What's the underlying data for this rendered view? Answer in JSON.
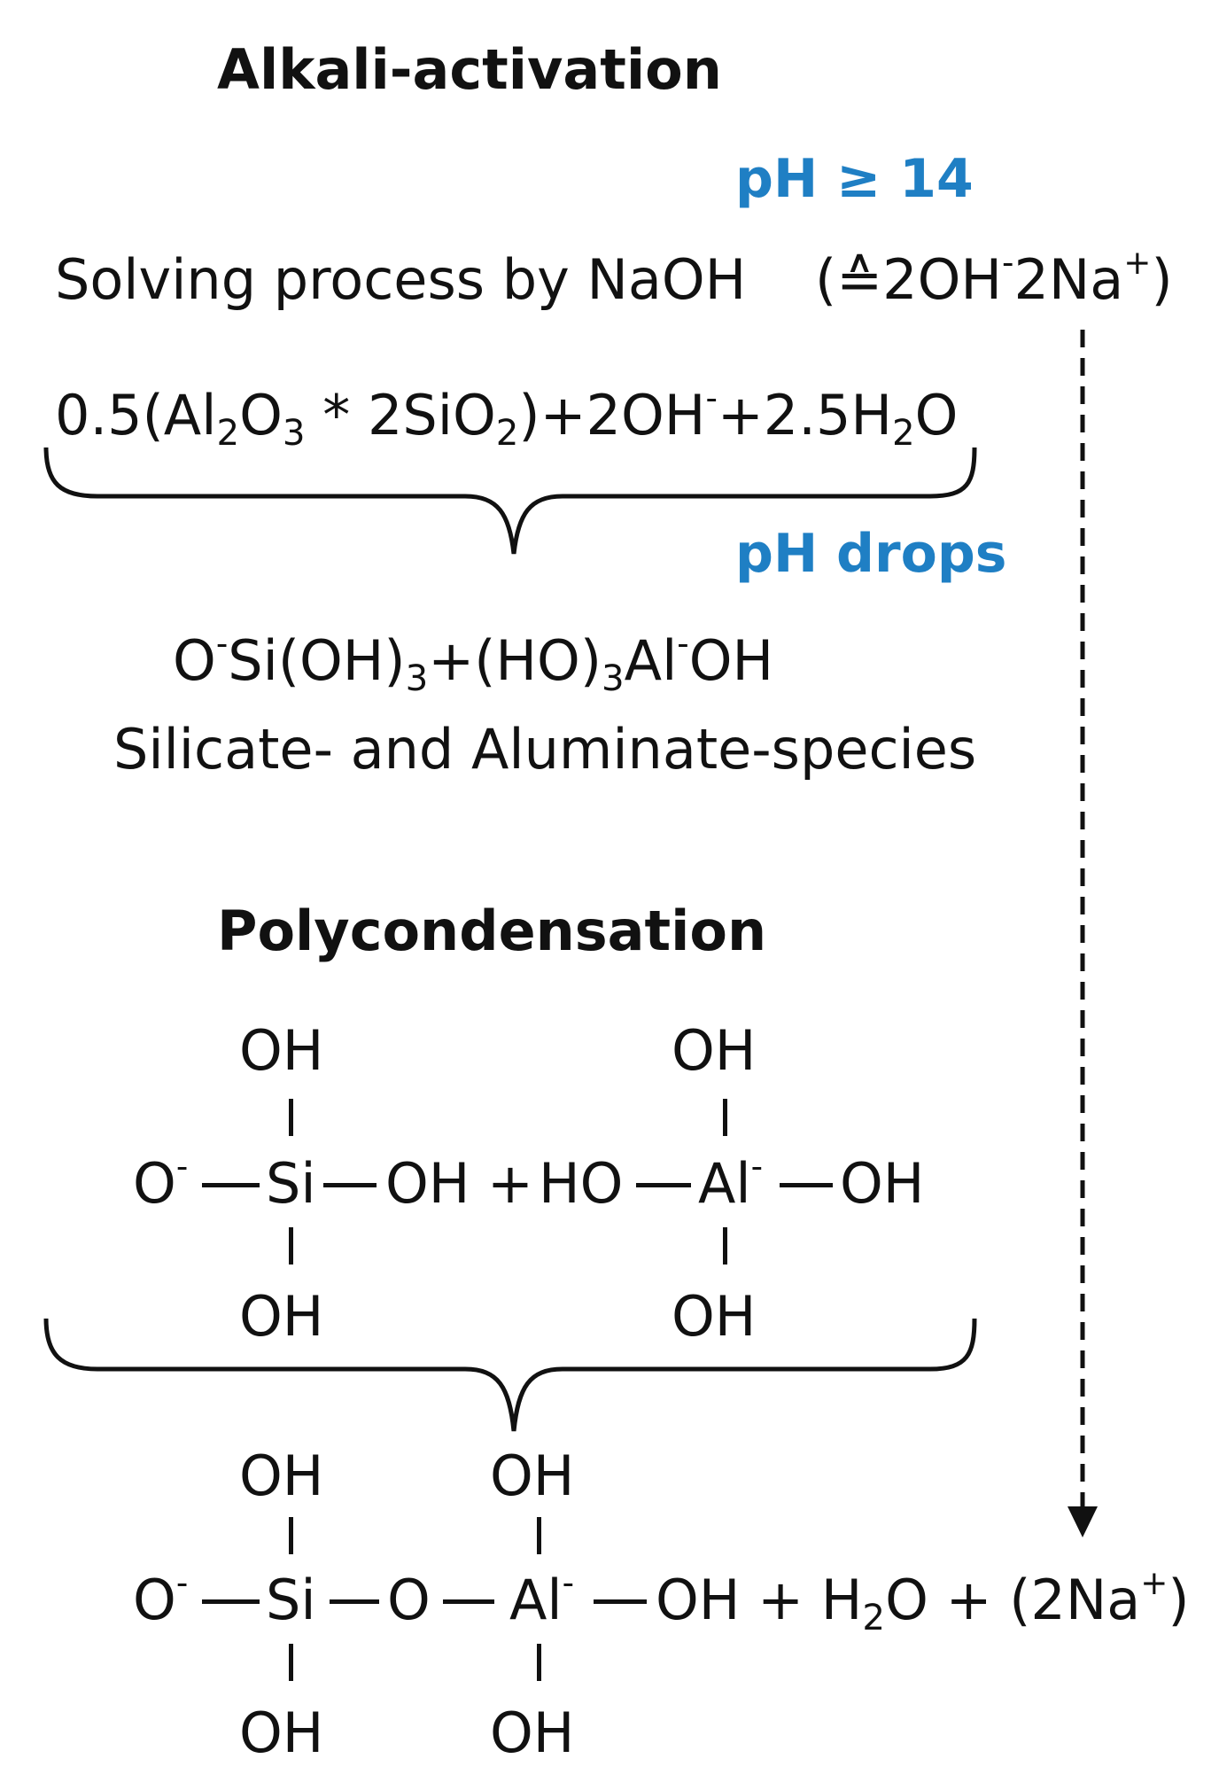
{
  "colors": {
    "text": "#111111",
    "accent": "#1f7fc4"
  },
  "alkali": {
    "heading": "Alkali-activation",
    "ph_high": "pH ≥ 14",
    "solving_text": "Solving process by NaOH",
    "naoh_open": "(≙2OH",
    "naoh_minus": "-",
    "naoh_mid": "2Na",
    "naoh_plus": "+",
    "naoh_close": ")",
    "eq1": {
      "p1": "0.5(Al",
      "s1": "2",
      "p2": "O",
      "s2": "3",
      "p3": " * 2SiO",
      "s3": "2",
      "p4": ")+2OH",
      "sup1": "-",
      "p5": "+2.5H",
      "s4": "2",
      "p6": "O"
    },
    "ph_drops": "pH drops",
    "eq2": {
      "p1": "O",
      "sup1": "-",
      "p2": "Si(OH)",
      "s1": "3",
      "p3": "+(HO)",
      "s2": "3",
      "p4": "Al",
      "sup2": "-",
      "p5": "OH"
    },
    "species_label": "Silicate- and Aluminate-species"
  },
  "poly": {
    "heading": "Polycondensation",
    "reactants": {
      "si_top_oh": "OH",
      "si_bottom_oh": "OH",
      "o_left": "O",
      "o_left_charge": "-",
      "si": "Si",
      "si_right_oh": "OH",
      "plus": "+",
      "al_left_ho": "HO",
      "al": "Al",
      "al_charge": "-",
      "al_right_oh": "OH",
      "al_top_oh": "OH",
      "al_bottom_oh": "OH"
    },
    "product": {
      "si_top_oh": "OH",
      "si_bottom_oh": "OH",
      "o_left": "O",
      "o_left_charge": "-",
      "si": "Si",
      "bridge_o": "O",
      "al": "Al",
      "al_charge": "-",
      "al_top_oh": "OH",
      "al_bottom_oh": "OH",
      "right_p1": "OH + H",
      "right_s1": "2",
      "right_p2": "O + (2Na",
      "right_sup": "+",
      "right_p3": ")"
    }
  }
}
